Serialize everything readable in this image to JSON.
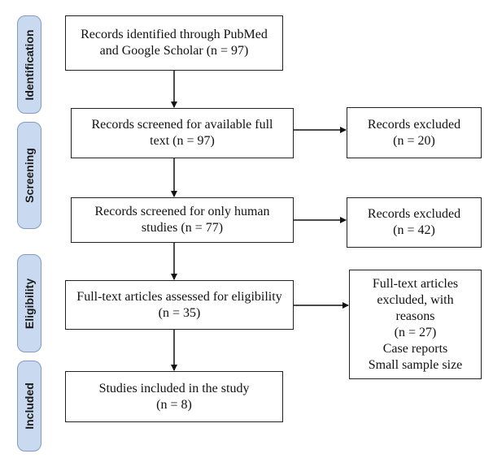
{
  "phases": {
    "identification": "Identification",
    "screening": "Screening",
    "eligibility": "Eligibility",
    "included": "Included"
  },
  "boxes": {
    "identified": [
      "Records identified through PubMed",
      "and Google Scholar (n = 97)"
    ],
    "screened_fulltext": [
      "Records screened for available full",
      "text (n = 97)"
    ],
    "excluded_1": [
      "Records excluded",
      "(n = 20)"
    ],
    "screened_human": [
      "Records screened for only human",
      "studies (n = 77)"
    ],
    "excluded_2": [
      "Records excluded",
      "(n = 42)"
    ],
    "assessed": [
      "Full-text articles assessed for eligibility",
      "(n = 35)"
    ],
    "excluded_fulltext": [
      "Full-text articles",
      "excluded, with",
      "reasons",
      "(n = 27)",
      "Case reports",
      "Small sample size"
    ],
    "included": [
      "Studies included in the study",
      "(n = 8)"
    ]
  }
}
